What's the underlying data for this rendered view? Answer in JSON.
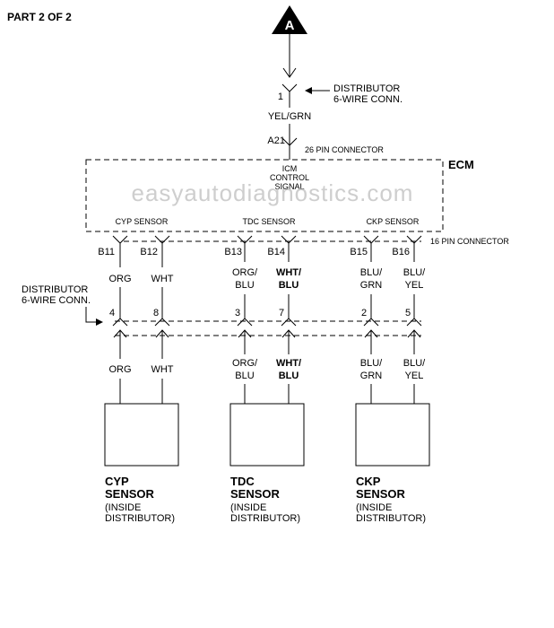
{
  "header": {
    "part": "PART 2 OF 2"
  },
  "ref_marker": {
    "letter": "A"
  },
  "distributor_connector_top": {
    "pin": "1",
    "label_line1": "DISTRIBUTOR",
    "label_line2": "6-WIRE CONN.",
    "wire_color": "YEL/GRN",
    "ecm_pin": "A21",
    "ecm_connector": "26 PIN CONNECTOR"
  },
  "ecm": {
    "title": "ECM",
    "signal_line1": "ICM",
    "signal_line2": "CONTROL",
    "signal_line3": "SIGNAL",
    "sensor_labels": [
      "CYP SENSOR",
      "TDC SENSOR",
      "CKP SENSOR"
    ],
    "connector_label": "16 PIN CONNECTOR"
  },
  "watermark": "easyautodiagnostics.com",
  "ecm_pins": [
    "B11",
    "B12",
    "B13",
    "B14",
    "B15",
    "B16"
  ],
  "upper_wires": [
    {
      "line1": "ORG",
      "line2": ""
    },
    {
      "line1": "WHT",
      "line2": ""
    },
    {
      "line1": "ORG/",
      "line2": "BLU"
    },
    {
      "line1": "WHT/",
      "line2": "BLU"
    },
    {
      "line1": "BLU/",
      "line2": "GRN"
    },
    {
      "line1": "BLU/",
      "line2": "YEL"
    }
  ],
  "distributor_connector_lower": {
    "label_line1": "DISTRIBUTOR",
    "label_line2": "6-WIRE CONN.",
    "pins": [
      "4",
      "8",
      "3",
      "7",
      "2",
      "5"
    ]
  },
  "lower_wires": [
    {
      "line1": "ORG",
      "line2": ""
    },
    {
      "line1": "WHT",
      "line2": ""
    },
    {
      "line1": "ORG/",
      "line2": "BLU"
    },
    {
      "line1": "WHT/",
      "line2": "BLU"
    },
    {
      "line1": "BLU/",
      "line2": "GRN"
    },
    {
      "line1": "BLU/",
      "line2": "YEL"
    }
  ],
  "sensors": [
    {
      "name1": "CYP",
      "name2": "SENSOR",
      "note1": "(INSIDE",
      "note2": "DISTRIBUTOR)"
    },
    {
      "name1": "TDC",
      "name2": "SENSOR",
      "note1": "(INSIDE",
      "note2": "DISTRIBUTOR)"
    },
    {
      "name1": "CKP",
      "name2": "SENSOR",
      "note1": "(INSIDE",
      "note2": "DISTRIBUTOR)"
    }
  ]
}
